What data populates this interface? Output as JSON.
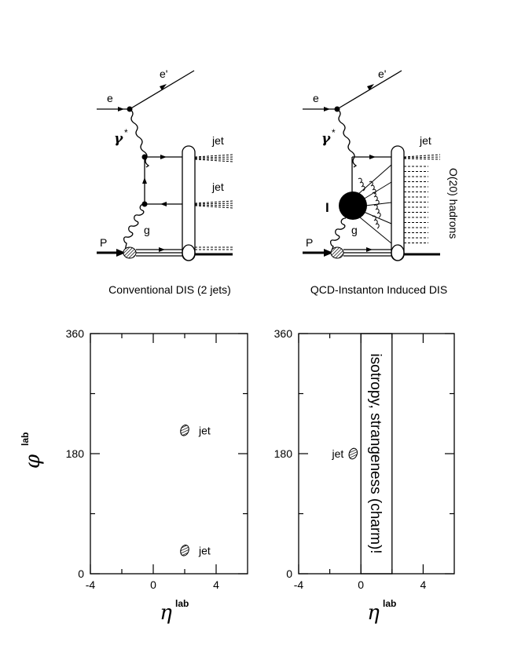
{
  "left_diagram": {
    "electron_in": "e",
    "electron_out": "e'",
    "photon": "γ",
    "photon_star": "*",
    "jet_top": "jet",
    "jet_bottom": "jet",
    "gluon": "g",
    "proton": "P",
    "caption": "Conventional DIS (2 jets)"
  },
  "right_diagram": {
    "electron_in": "e",
    "electron_out": "e'",
    "photon": "γ",
    "photon_star": "*",
    "jet": "jet",
    "instanton": "I",
    "gluon": "g",
    "proton": "P",
    "hadrons": "O(20) hadrons",
    "caption": "QCD-Instanton Induced DIS"
  },
  "chart_data": [
    {
      "type": "scatter",
      "xlabel": "η",
      "xlabel_sup": "lab",
      "ylabel": "φ",
      "ylabel_sup": "lab",
      "xlim": [
        -4,
        6
      ],
      "ylim": [
        0,
        360
      ],
      "x_ticks": [
        "-4",
        "0",
        "4"
      ],
      "y_ticks": [
        "0",
        "180",
        "360"
      ],
      "points": [
        {
          "x": 2,
          "y": 215,
          "label": "jet"
        },
        {
          "x": 2,
          "y": 35,
          "label": "jet"
        }
      ]
    },
    {
      "type": "scatter",
      "xlabel": "η",
      "xlabel_sup": "lab",
      "xlim": [
        -4,
        6
      ],
      "ylim": [
        0,
        360
      ],
      "x_ticks": [
        "-4",
        "0",
        "4"
      ],
      "y_ticks": [
        "0",
        "180",
        "360"
      ],
      "points": [
        {
          "x": -0.5,
          "y": 180,
          "label": "jet"
        }
      ],
      "band": {
        "x_from": 0,
        "x_to": 2,
        "label": "isotropy, strangeness (charm)!"
      }
    }
  ]
}
